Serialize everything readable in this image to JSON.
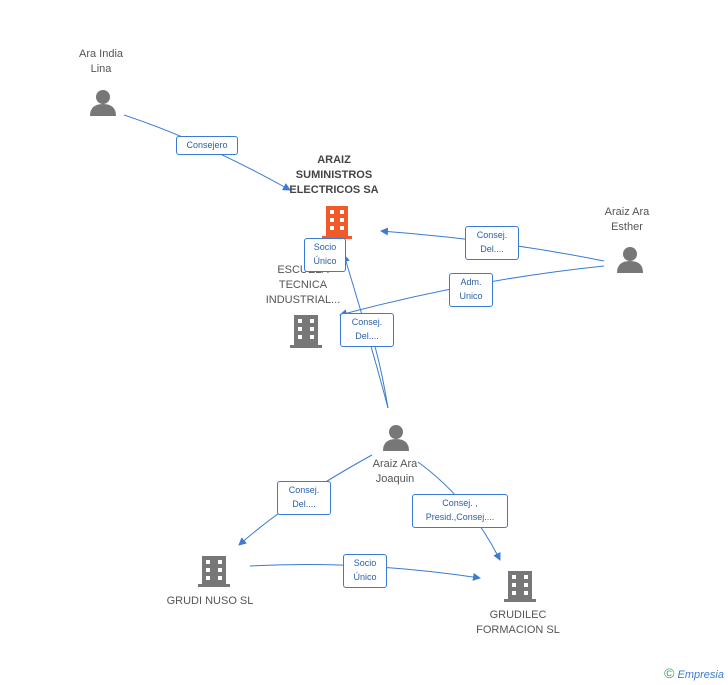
{
  "nodes": {
    "ara_india_lina": {
      "label": "Ara India\nLina",
      "type": "person"
    },
    "araiz": {
      "label": "ARAIZ\nSUMINISTROS\nELECTRICOS SA",
      "type": "company-main"
    },
    "araiz_ara_esther": {
      "label": "Araiz Ara\nEsther",
      "type": "person"
    },
    "escuela": {
      "label": "ESCUELA\nTECNICA\nINDUSTRIAL...",
      "type": "company"
    },
    "araiz_ara_joaquin": {
      "label": "Araiz Ara\nJoaquin",
      "type": "person"
    },
    "grudi_nuso": {
      "label": "GRUDI NUSO SL",
      "type": "company"
    },
    "grudilec": {
      "label": "GRUDILEC\nFORMACION SL",
      "type": "company"
    }
  },
  "edges": {
    "e1": "Consejero",
    "e2": "Consej.\nDel....",
    "e3": "Adm.\nUnico",
    "e4": "Socio\nÚnico",
    "e5": "Consej.\nDel....",
    "e6": "Consej.\nDel....",
    "e7": "Consej. ,\nPresid.,Consej....",
    "e8": "Socio\nÚnico"
  },
  "footer": {
    "copyright": "©",
    "brand": "Empresia"
  },
  "colors": {
    "edge": "#3a7bd5",
    "main_company": "#f05a28",
    "node": "#777777"
  }
}
